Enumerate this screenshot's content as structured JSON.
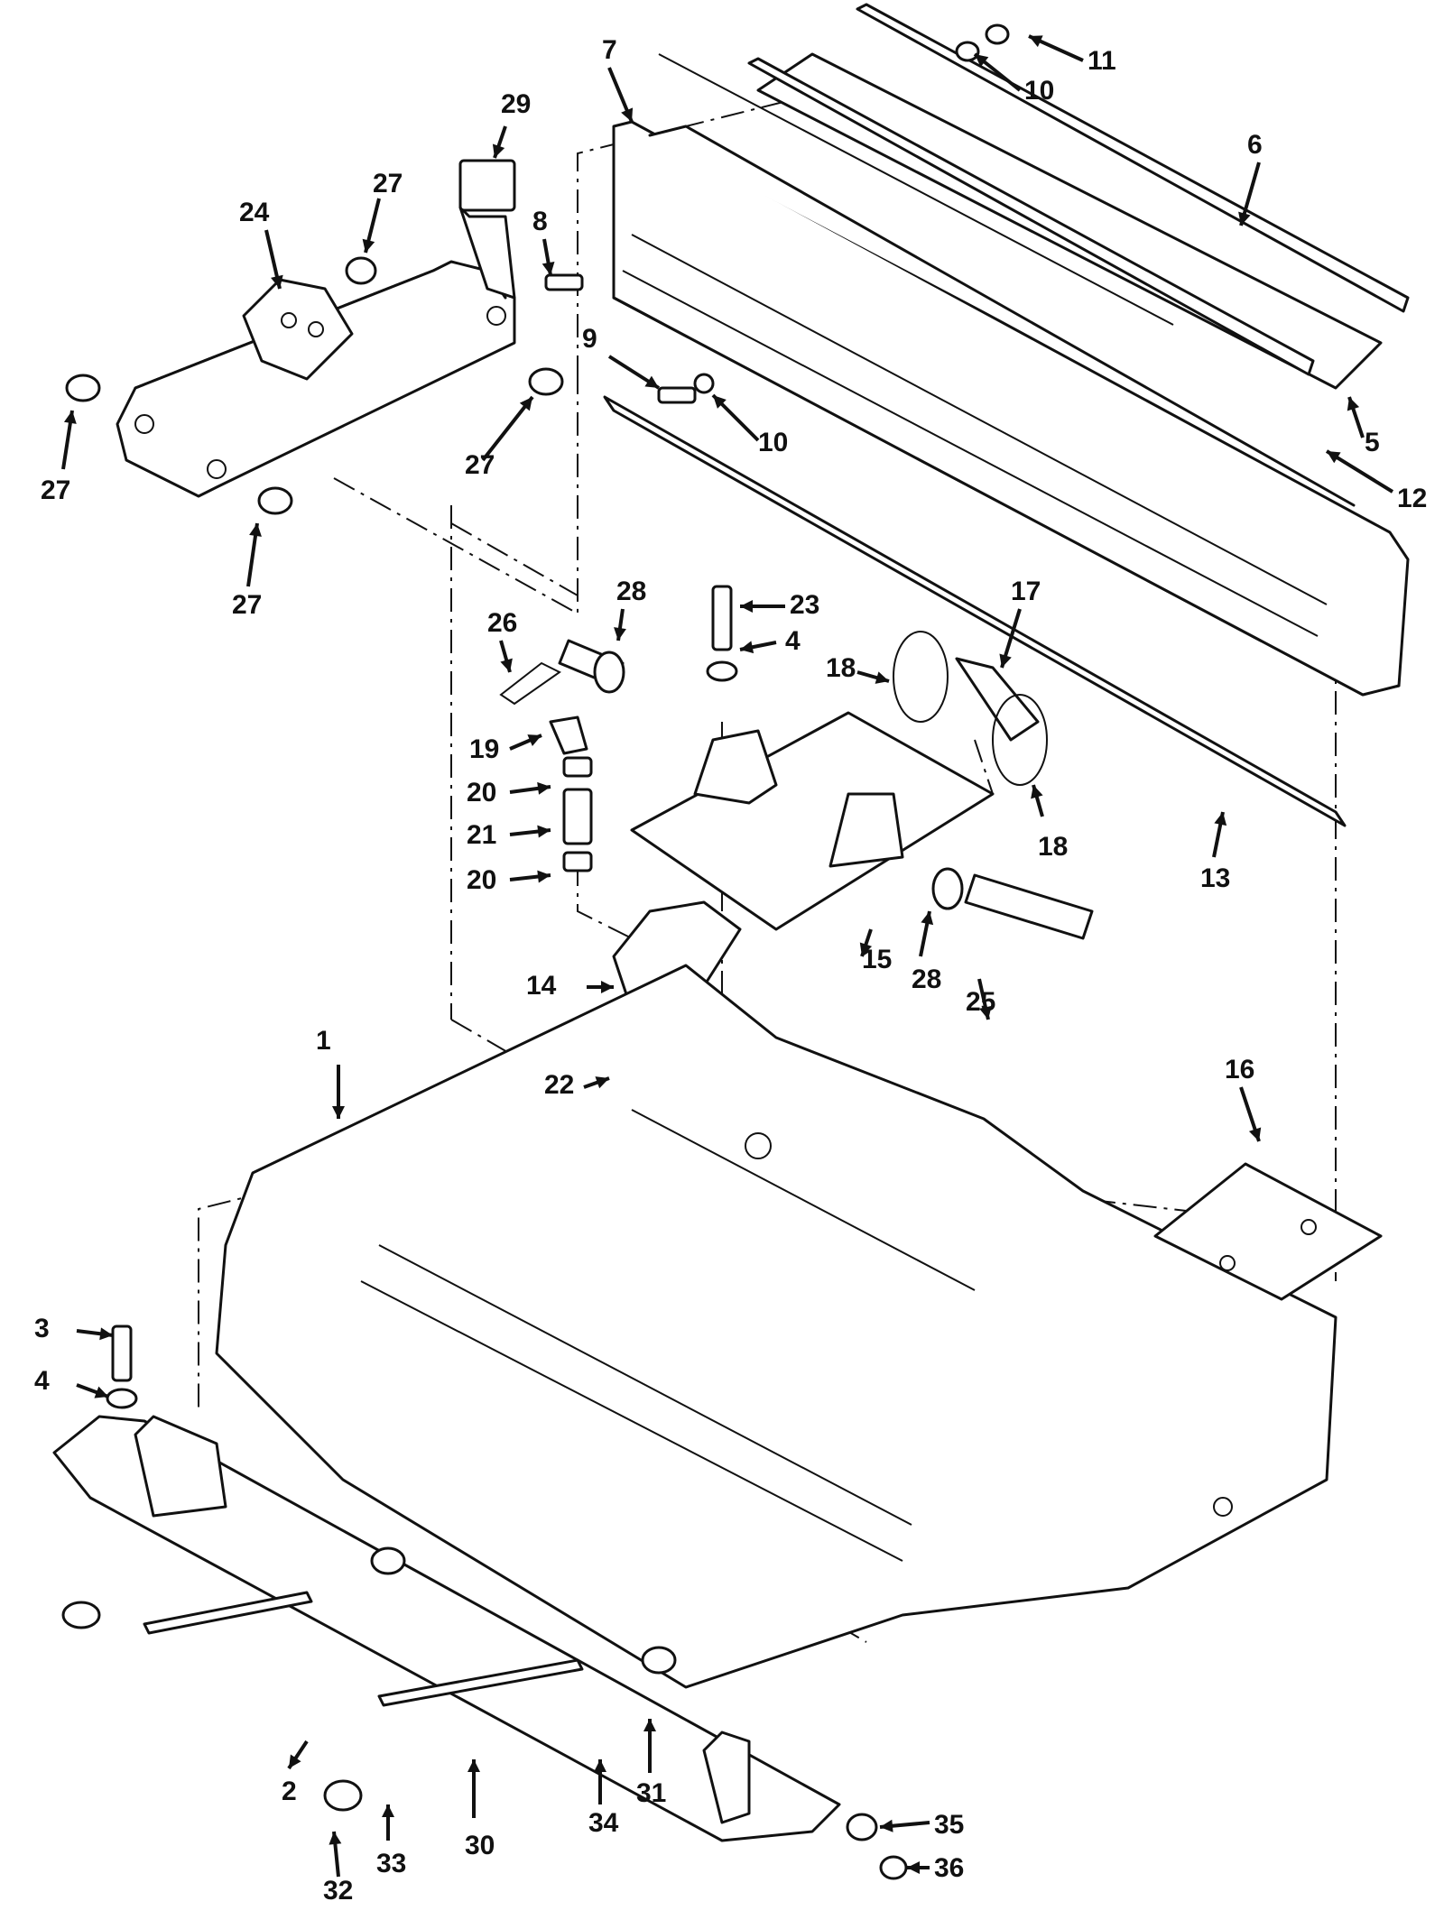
{
  "colors": {
    "ink": "#111111",
    "paper": "#ffffff"
  },
  "callouts": [
    {
      "id": "c1",
      "label": "1"
    },
    {
      "id": "c2",
      "label": "2"
    },
    {
      "id": "c3",
      "label": "3"
    },
    {
      "id": "c4a",
      "label": "4"
    },
    {
      "id": "c4b",
      "label": "4"
    },
    {
      "id": "c5",
      "label": "5"
    },
    {
      "id": "c6",
      "label": "6"
    },
    {
      "id": "c7",
      "label": "7"
    },
    {
      "id": "c8",
      "label": "8"
    },
    {
      "id": "c9",
      "label": "9"
    },
    {
      "id": "c10a",
      "label": "10"
    },
    {
      "id": "c10b",
      "label": "10"
    },
    {
      "id": "c11",
      "label": "11"
    },
    {
      "id": "c12",
      "label": "12"
    },
    {
      "id": "c13",
      "label": "13"
    },
    {
      "id": "c14",
      "label": "14"
    },
    {
      "id": "c15",
      "label": "15"
    },
    {
      "id": "c16",
      "label": "16"
    },
    {
      "id": "c17",
      "label": "17"
    },
    {
      "id": "c18a",
      "label": "18"
    },
    {
      "id": "c18b",
      "label": "18"
    },
    {
      "id": "c19",
      "label": "19"
    },
    {
      "id": "c20a",
      "label": "20"
    },
    {
      "id": "c20b",
      "label": "20"
    },
    {
      "id": "c21",
      "label": "21"
    },
    {
      "id": "c22",
      "label": "22"
    },
    {
      "id": "c23",
      "label": "23"
    },
    {
      "id": "c24",
      "label": "24"
    },
    {
      "id": "c25",
      "label": "25"
    },
    {
      "id": "c26",
      "label": "26"
    },
    {
      "id": "c27a",
      "label": "27"
    },
    {
      "id": "c27b",
      "label": "27"
    },
    {
      "id": "c27c",
      "label": "27"
    },
    {
      "id": "c27d",
      "label": "27"
    },
    {
      "id": "c28a",
      "label": "28"
    },
    {
      "id": "c28b",
      "label": "28"
    },
    {
      "id": "c29",
      "label": "29"
    },
    {
      "id": "c30",
      "label": "30"
    },
    {
      "id": "c31",
      "label": "31"
    },
    {
      "id": "c32",
      "label": "32"
    },
    {
      "id": "c33",
      "label": "33"
    },
    {
      "id": "c34",
      "label": "34"
    },
    {
      "id": "c35",
      "label": "35"
    },
    {
      "id": "c36",
      "label": "36"
    }
  ]
}
